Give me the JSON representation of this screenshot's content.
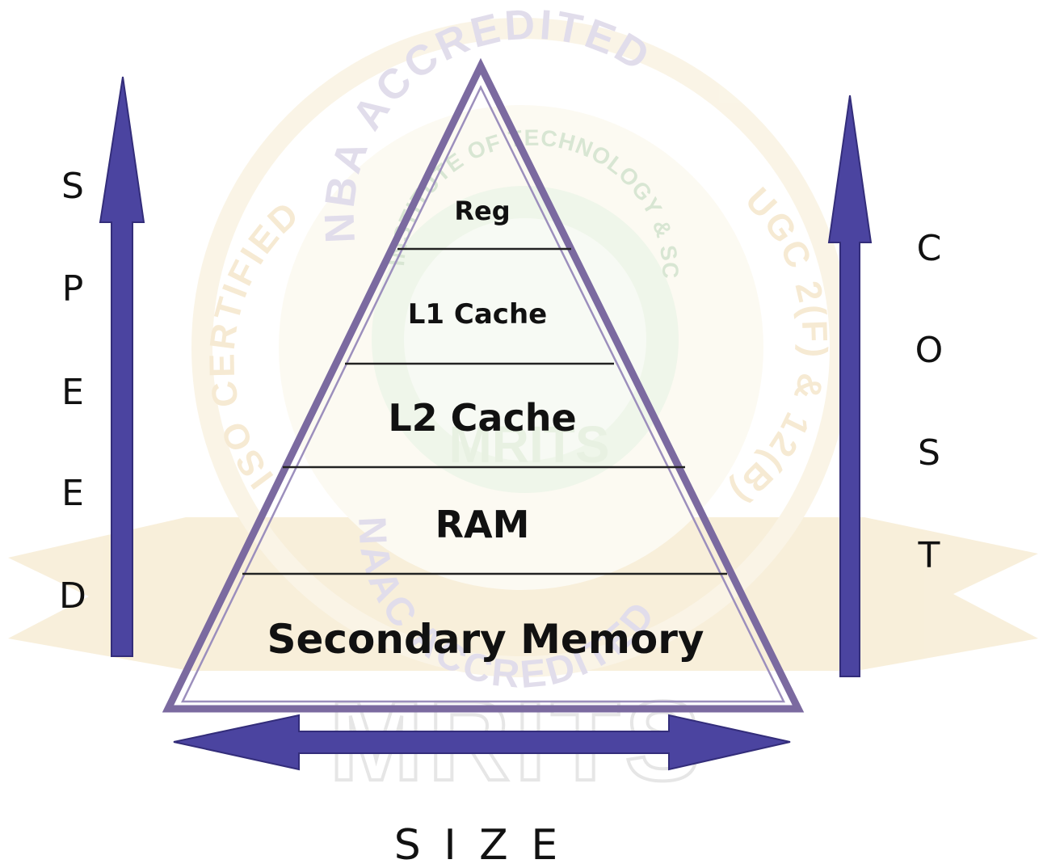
{
  "pyramid": {
    "levels": [
      {
        "label": "Reg"
      },
      {
        "label": "L1 Cache"
      },
      {
        "label": "L2 Cache"
      },
      {
        "label": "RAM"
      },
      {
        "label": "Secondary Memory"
      }
    ],
    "outline_color": "#7b6aa0",
    "divider_color": "#222222"
  },
  "speed_axis": {
    "letters": [
      "S",
      "P",
      "E",
      "E",
      "D"
    ],
    "direction": "up",
    "arrow_color": "#4b44a0"
  },
  "cost_axis": {
    "letters": [
      "C",
      "O",
      "S",
      "T"
    ],
    "direction": "up",
    "arrow_color": "#4b44a0"
  },
  "size_axis": {
    "label": "S I Z E",
    "direction": "both",
    "arrow_color": "#4b44a0"
  },
  "watermark": {
    "top_arc": "NBA ACCREDITED",
    "bottom_arc": "NAAC ACCREDITED",
    "left_arc": "ISO CERTIFIED",
    "right_arc": "UGC 2(F) & 12(B)",
    "inner_arc": "INSTITUTE OF TECHNOLOGY & SCIENCE",
    "center_text": "MRITS",
    "banner_text": "MRITS",
    "ribbon_color": "#f3e2bd",
    "seal_color": "#e3f0d9"
  }
}
